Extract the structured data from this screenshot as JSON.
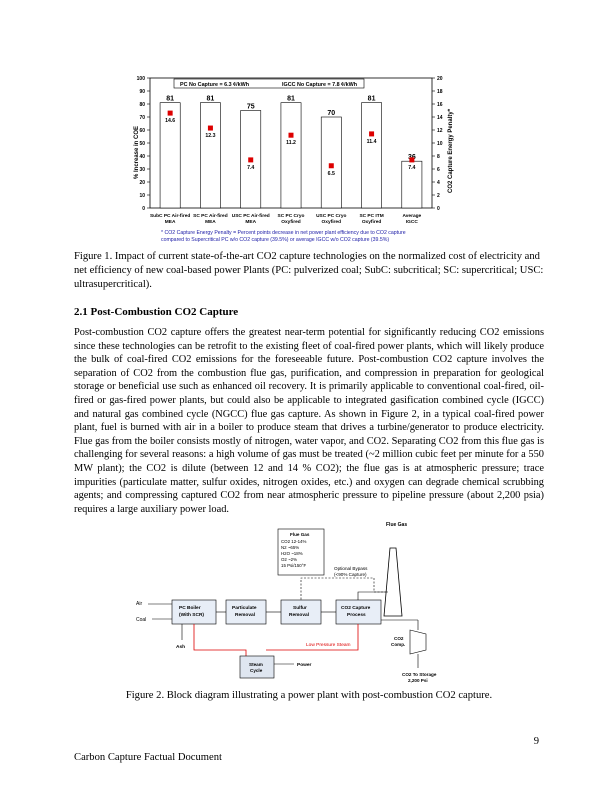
{
  "figure1": {
    "legend_pc": "PC No Capture = 6.3 ¢/kWh",
    "legend_igcc": "IGCC No Capture = 7.8 ¢/kWh",
    "y_label_left": "% Increase in COE",
    "y_label_right": "CO2 Capture Energy Penalty*",
    "footnote_line1": "* CO2 Capture Energy Penalty = Percent points decrease in net power plant efficiency due to CO2 capture",
    "footnote_line2": "compared to Supercritical PC w/o CO2 capture (39.5%) or average IGCC w/o CO2 capture (39.5%)",
    "caption": "Figure 1. Impact of current state-of-the-art CO2 capture technologies on the normalized cost of electricity and net efficiency of new coal-based power Plants (PC: pulverized coal; SubC: subcritical; SC: supercritical; USC: ultrasupercritical)."
  },
  "chart_data": {
    "type": "bar",
    "categories": [
      "SubC PC Air-fired MEA",
      "SC PC Air-fired MEA",
      "USC PC Air-fired MEA",
      "SC PC Cryo Oxyfired",
      "USC PC Cryo Oxyfired",
      "SC PC ITM Oxyfired",
      "Average IGCC"
    ],
    "series": [
      {
        "values": [
          81,
          81,
          75,
          81,
          70,
          81,
          36
        ],
        "color": "#ffffff"
      },
      {
        "values": [
          14.6,
          12.3,
          7.4,
          11.2,
          6.5,
          11.4,
          7.4
        ],
        "color": "#dd0000"
      }
    ],
    "bar_labels": [
      "81",
      "81",
      "75",
      "81",
      "70",
      "81",
      "36"
    ],
    "marker_labels": [
      "14.6",
      "12.3",
      "7.4",
      "11.2",
      "6.5",
      "11.4",
      "7.4"
    ],
    "ylim": [
      0,
      100
    ],
    "y2lim": [
      0,
      20
    ],
    "yticks": [
      "0",
      "10",
      "20",
      "30",
      "40",
      "50",
      "60",
      "70",
      "80",
      "90",
      "100"
    ],
    "y2ticks": [
      "0",
      "2",
      "4",
      "6",
      "8",
      "10",
      "12",
      "14",
      "16",
      "18",
      "20"
    ]
  },
  "section": {
    "heading": "2.1 Post-Combustion CO2 Capture",
    "paragraph": "Post-combustion CO2 capture offers the greatest near-term potential for significantly reducing CO2 emissions since these technologies can be retrofit to the existing fleet of coal-fired power plants, which will likely produce the bulk of coal-fired CO2 emissions for the foreseeable future. Post-combustion CO2 capture involves the separation of CO2 from the combustion flue gas, purification, and compression in preparation for geological storage or beneficial use such as enhanced oil recovery. It is primarily applicable to conventional coal-fired, oil-fired or gas-fired power plants, but could also be applicable to integrated gasification combined cycle (IGCC) and natural gas combined cycle (NGCC) flue gas capture. As shown in Figure 2, in a typical coal-fired power plant, fuel is burned with air in a boiler to produce steam that drives a turbine/generator to produce electricity. Flue gas from the boiler consists mostly of nitrogen, water vapor, and CO2. Separating CO2 from this flue gas is challenging for several reasons: a high volume of gas must be treated (~2 million cubic feet per minute for a 550 MW plant); the CO2 is dilute (between 12 and 14 % CO2); the flue gas is at atmospheric pressure; trace impurities (particulate matter, sulfur oxides, nitrogen oxides, etc.) and oxygen can degrade chemical scrubbing agents; and compressing captured CO2 from near atmospheric pressure to pipeline pressure (about 2,200 psia) requires a large auxiliary power load."
  },
  "figure2": {
    "flue_gas_top": "Flue Gas",
    "flue_gas_box_title": "Flue Gas",
    "flue_gas_box_lines": [
      "CO2    12-14%",
      "N2      ~65%",
      "H2O    ~18%",
      "O2      ~2%",
      "15 Psi/150°F"
    ],
    "optional_bypass_1": "Optional Bypass",
    "optional_bypass_2": "(<90% Capture)",
    "air": "Air",
    "coal": "Coal",
    "ash": "Ash",
    "boiler_1": "PC Boiler",
    "boiler_2": "(With SCR)",
    "particulate_1": "Particulate",
    "particulate_2": "Removal",
    "sulfur_1": "Sulfur",
    "sulfur_2": "Removal",
    "capture_1": "CO2 Capture",
    "capture_2": "Process",
    "low_pressure_steam": "Low Pressure Steam",
    "steam_cycle_1": "Steam",
    "steam_cycle_2": "Cycle",
    "power": "Power",
    "co2_comp_1": "CO2",
    "co2_comp_2": "Comp.",
    "storage_1": "CO2 To Storage",
    "storage_2": "2,200 Psi",
    "caption": "Figure 2.  Block diagram illustrating a power plant with post-combustion CO2 capture."
  },
  "page": {
    "number": "9",
    "footer": "Carbon Capture Factual Document"
  }
}
